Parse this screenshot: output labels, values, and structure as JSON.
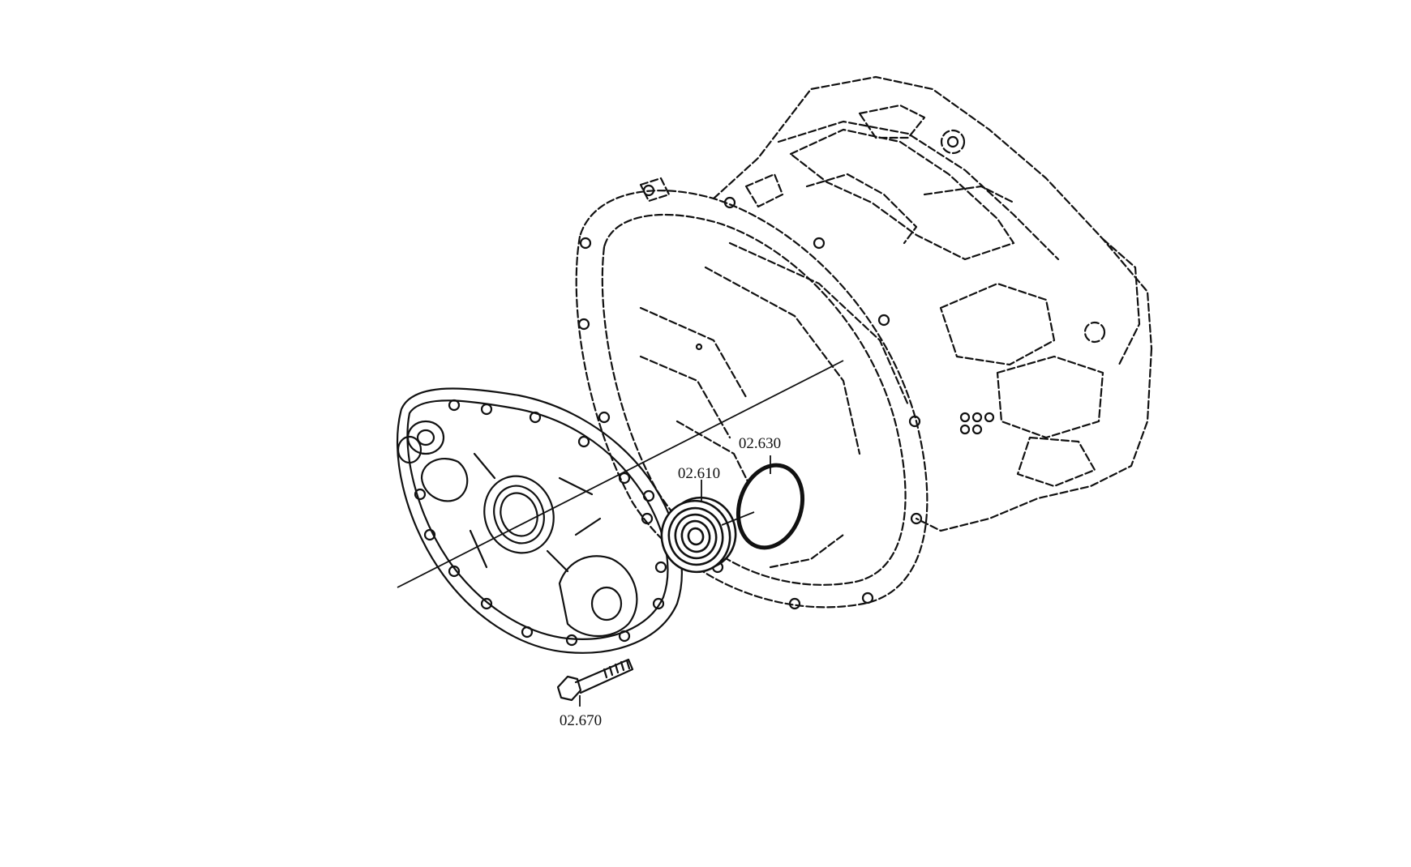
{
  "diagram": {
    "callouts": [
      {
        "id": "seal",
        "label": "02.630"
      },
      {
        "id": "pulley",
        "label": "02.610"
      },
      {
        "id": "bolt",
        "label": "02.670"
      }
    ]
  },
  "colors": {
    "ink": "#111111",
    "background": "#ffffff"
  }
}
